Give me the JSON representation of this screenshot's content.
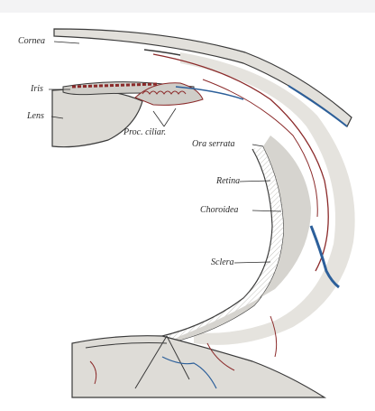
{
  "labels": {
    "cornea": "Cornea",
    "iris": "Iris",
    "lens": "Lens",
    "proc_ciliar": "Proc. ciliar.",
    "ora_serrata": "Ora serrata",
    "retina": "Retina",
    "choroidea": "Choroidea",
    "sclera": "Sclera"
  },
  "colors": {
    "tissue": "#d9d7d2",
    "outline": "#3a3a3a",
    "vessel_red": "#8b2a2a",
    "vessel_blue": "#2c5f9a",
    "background": "#ffffff"
  }
}
